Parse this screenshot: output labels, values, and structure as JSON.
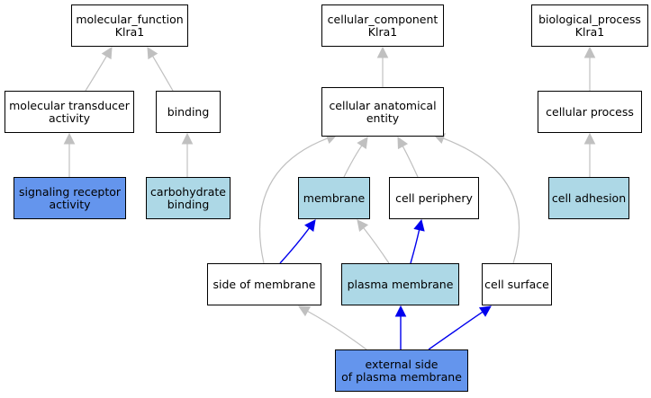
{
  "colors": {
    "plain": "#ffffff",
    "light": "#add8e6",
    "strong": "#6495ed",
    "edge_gray": "#c0c0c0",
    "edge_blue": "#0000ee"
  },
  "nodes": [
    {
      "id": "mf",
      "lines": [
        "molecular_function",
        "Klra1"
      ],
      "fill": "plain"
    },
    {
      "id": "cc",
      "lines": [
        "cellular_component",
        "Klra1"
      ],
      "fill": "plain"
    },
    {
      "id": "bp",
      "lines": [
        "biological_process",
        "Klra1"
      ],
      "fill": "plain"
    },
    {
      "id": "mta",
      "lines": [
        "molecular transducer",
        "activity"
      ],
      "fill": "plain"
    },
    {
      "id": "bind",
      "lines": [
        "binding"
      ],
      "fill": "plain"
    },
    {
      "id": "cae",
      "lines": [
        "cellular anatomical",
        "entity"
      ],
      "fill": "plain"
    },
    {
      "id": "cp",
      "lines": [
        "cellular process"
      ],
      "fill": "plain"
    },
    {
      "id": "sra",
      "lines": [
        "signaling receptor",
        "activity"
      ],
      "fill": "strong"
    },
    {
      "id": "cb",
      "lines": [
        "carbohydrate",
        "binding"
      ],
      "fill": "light"
    },
    {
      "id": "mem",
      "lines": [
        "membrane"
      ],
      "fill": "light"
    },
    {
      "id": "cper",
      "lines": [
        "cell periphery"
      ],
      "fill": "plain"
    },
    {
      "id": "cadh",
      "lines": [
        "cell adhesion"
      ],
      "fill": "light"
    },
    {
      "id": "som",
      "lines": [
        "side of membrane"
      ],
      "fill": "plain"
    },
    {
      "id": "pm",
      "lines": [
        "plasma membrane"
      ],
      "fill": "light"
    },
    {
      "id": "cs",
      "lines": [
        "cell surface"
      ],
      "fill": "plain"
    },
    {
      "id": "espm",
      "lines": [
        "external side",
        "of plasma membrane"
      ],
      "fill": "strong"
    }
  ],
  "edges": [
    {
      "from": "mta",
      "to": "mf",
      "type": "gray"
    },
    {
      "from": "bind",
      "to": "mf",
      "type": "gray"
    },
    {
      "from": "sra",
      "to": "mta",
      "type": "gray"
    },
    {
      "from": "cb",
      "to": "bind",
      "type": "gray"
    },
    {
      "from": "cae",
      "to": "cc",
      "type": "gray"
    },
    {
      "from": "cp",
      "to": "bp",
      "type": "gray"
    },
    {
      "from": "cadh",
      "to": "cp",
      "type": "gray"
    },
    {
      "from": "mem",
      "to": "cae",
      "type": "gray"
    },
    {
      "from": "cper",
      "to": "cae",
      "type": "gray"
    },
    {
      "from": "som",
      "to": "cae",
      "type": "gray"
    },
    {
      "from": "cs",
      "to": "cae",
      "type": "gray"
    },
    {
      "from": "som",
      "to": "mem",
      "type": "blue"
    },
    {
      "from": "pm",
      "to": "mem",
      "type": "gray"
    },
    {
      "from": "pm",
      "to": "cper",
      "type": "blue"
    },
    {
      "from": "espm",
      "to": "som",
      "type": "gray"
    },
    {
      "from": "espm",
      "to": "pm",
      "type": "blue"
    },
    {
      "from": "espm",
      "to": "cs",
      "type": "blue"
    }
  ]
}
